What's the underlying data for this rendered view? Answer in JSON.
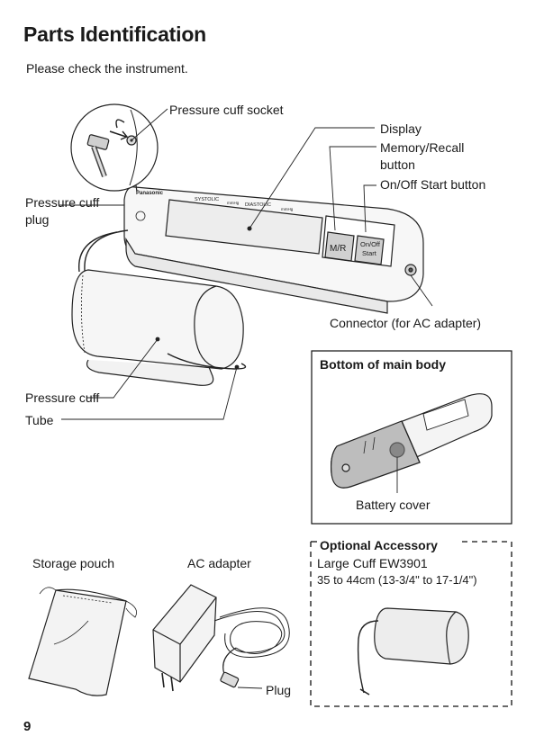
{
  "page": {
    "title": "Parts Identification",
    "subtitle": "Please check the instrument.",
    "page_number": "9"
  },
  "labels": {
    "cuff_socket": "Pressure cuff socket",
    "display": "Display",
    "memory_recall_1": "Memory/Recall",
    "memory_recall_2": "button",
    "onoff": "On/Off Start button",
    "cuff_plug_1": "Pressure cuff",
    "cuff_plug_2": "plug",
    "connector": "Connector (for AC adapter)",
    "pressure_cuff": "Pressure cuff",
    "tube": "Tube"
  },
  "device_text": {
    "brand": "Panasonic",
    "systolic": "SYSTOLIC",
    "diastolic": "DIASTOLIC",
    "mmhg_1": "mmHg",
    "mmhg_2": "mmHg",
    "mr_button": "M/R",
    "onoff_button_1": "On/Off",
    "onoff_button_2": "Start"
  },
  "bottom_box": {
    "title": "Bottom of main body",
    "battery_cover": "Battery cover"
  },
  "accessories": {
    "storage_pouch": "Storage pouch",
    "ac_adapter": "AC adapter",
    "plug": "Plug"
  },
  "optional": {
    "title": "Optional Accessory",
    "name": "Large Cuff EW3901",
    "size": "35 to 44cm (13-3/4\" to 17-1/4\")"
  }
}
